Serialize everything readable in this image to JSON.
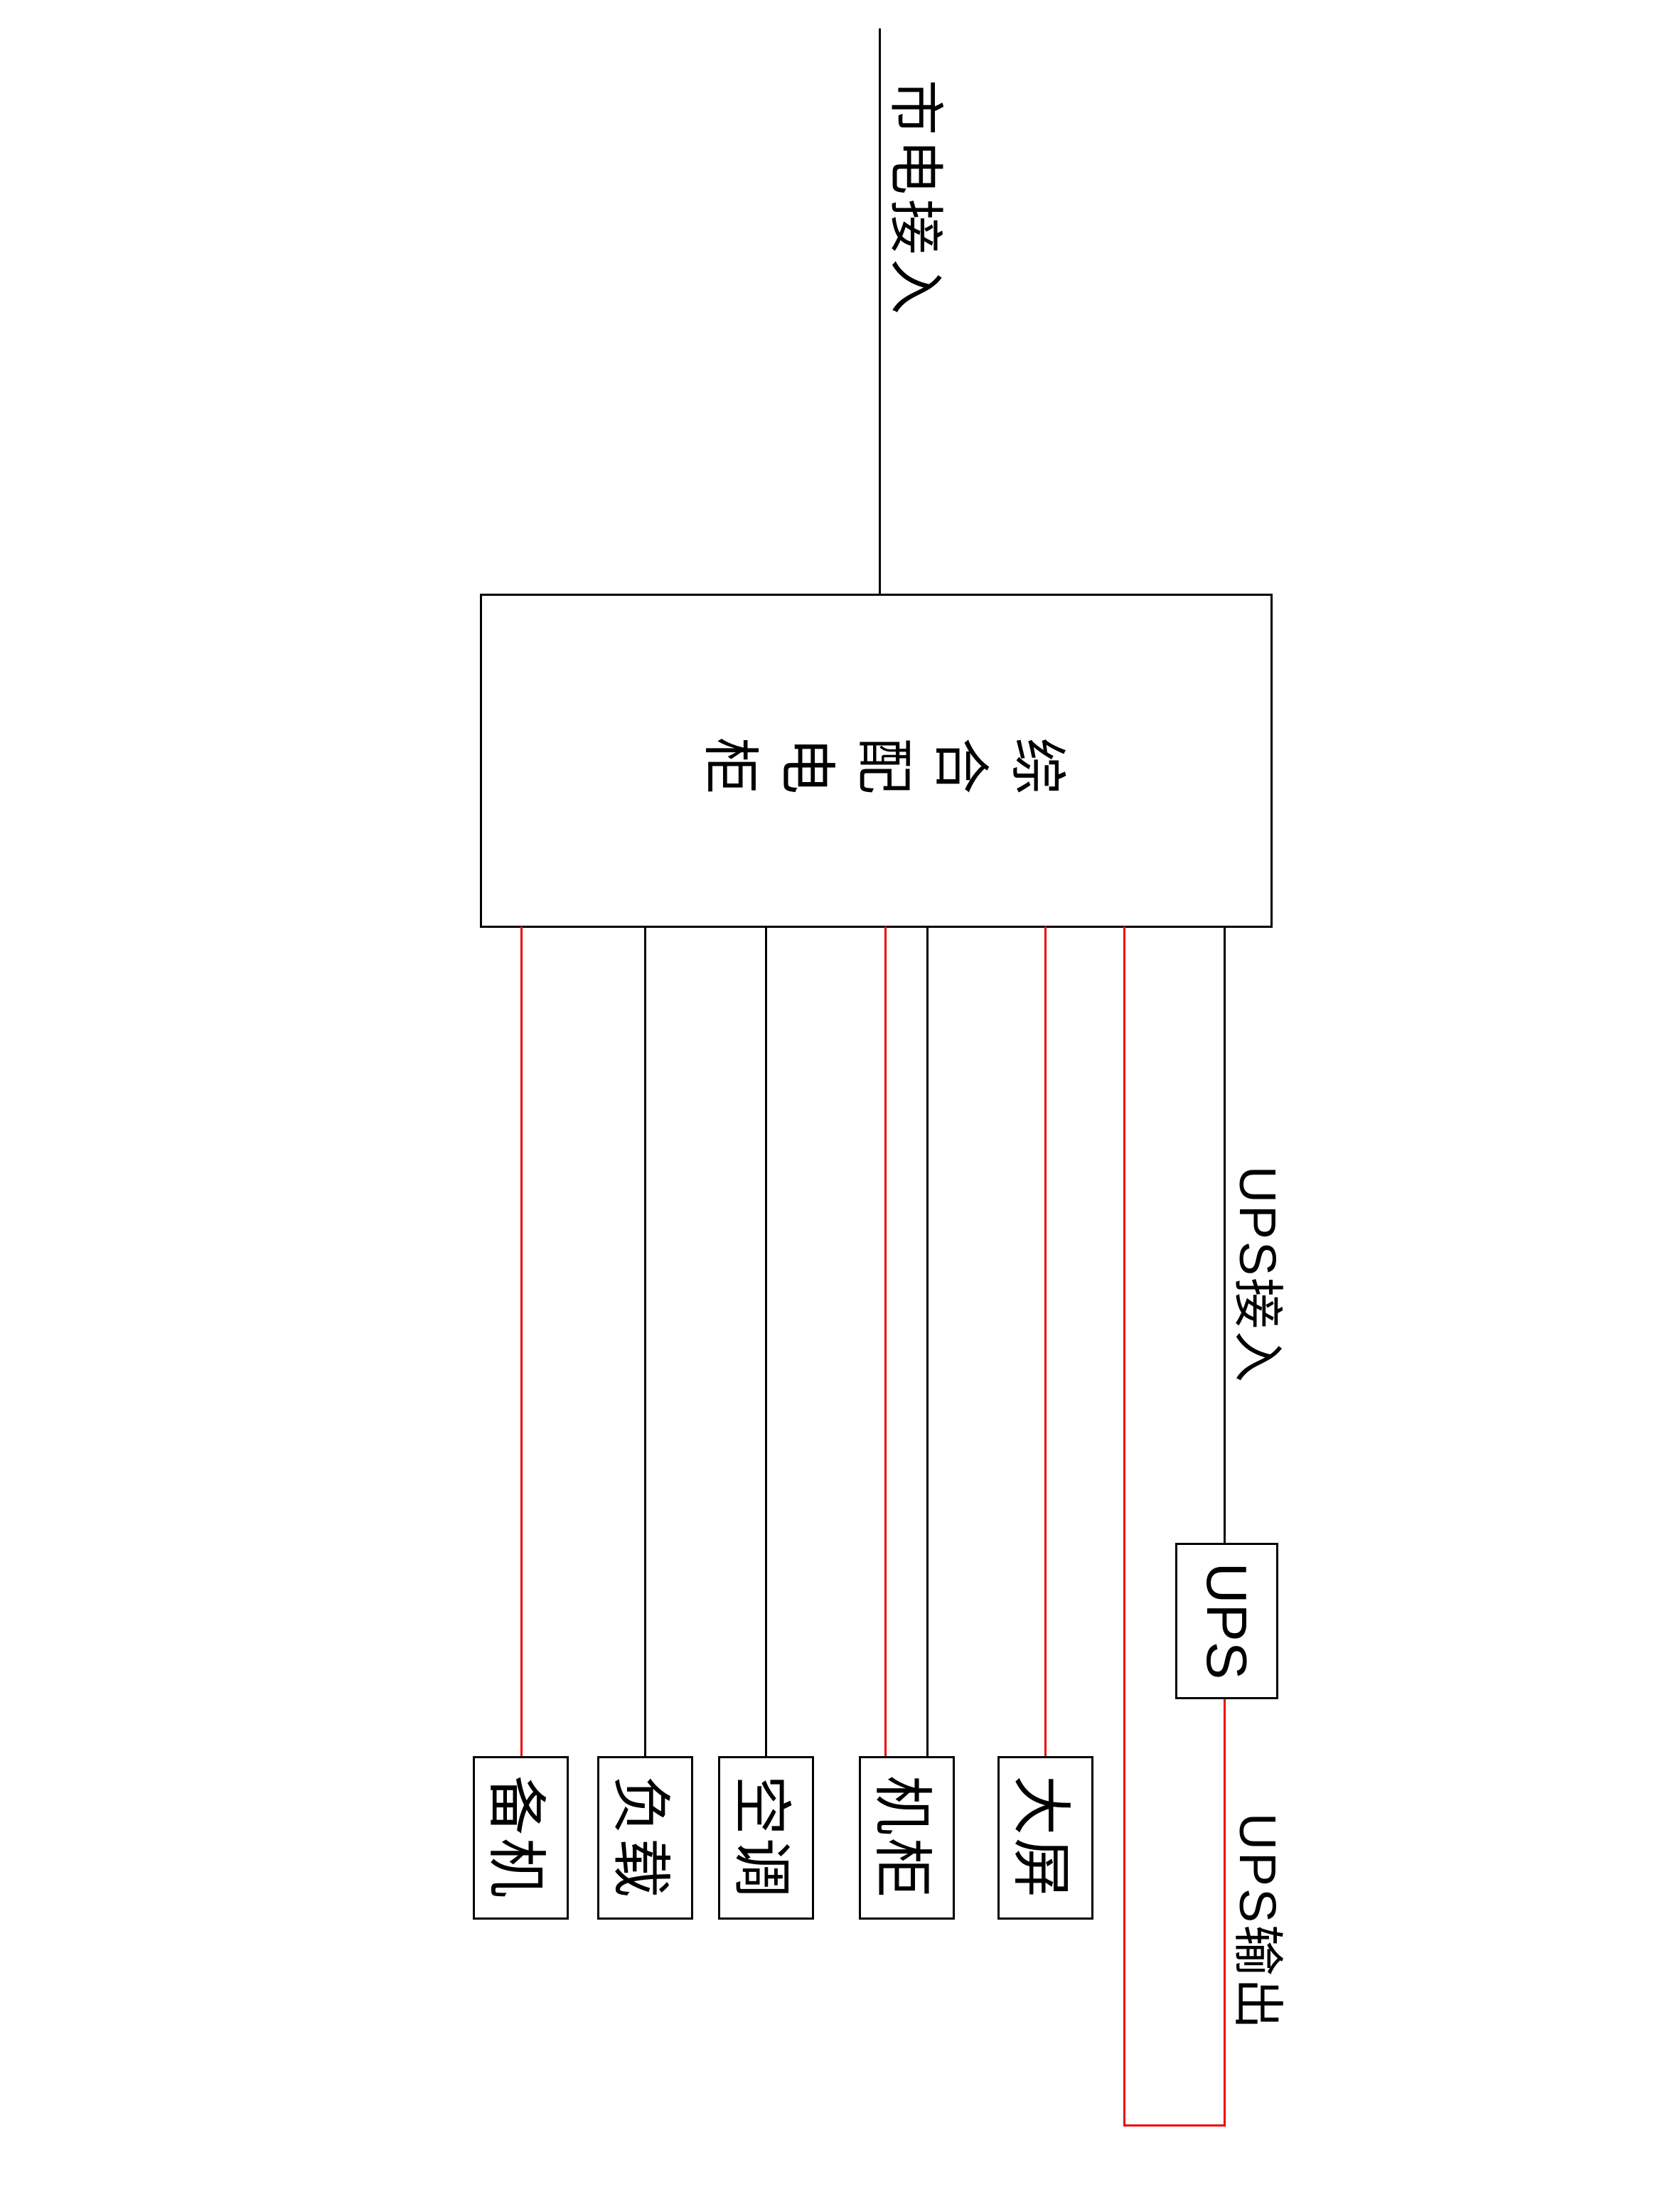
{
  "diagram": {
    "mains_label": "市电接入",
    "cabinet_label": "综合配电柜",
    "ups_box_label": "UPS",
    "ups_in_label": "UPS接入",
    "ups_out_label": "UPS输出",
    "load_boxes": [
      {
        "label": "备机",
        "feed": "ups"
      },
      {
        "label": "负载",
        "feed": "mains"
      },
      {
        "label": "空调",
        "feed": "mains"
      },
      {
        "label": "机柜",
        "feed": "mains+ups"
      },
      {
        "label": "大屏",
        "feed": "ups"
      }
    ],
    "colors": {
      "mains_line": "#000000",
      "ups_line": "#ee0000",
      "background": "#ffffff"
    }
  }
}
